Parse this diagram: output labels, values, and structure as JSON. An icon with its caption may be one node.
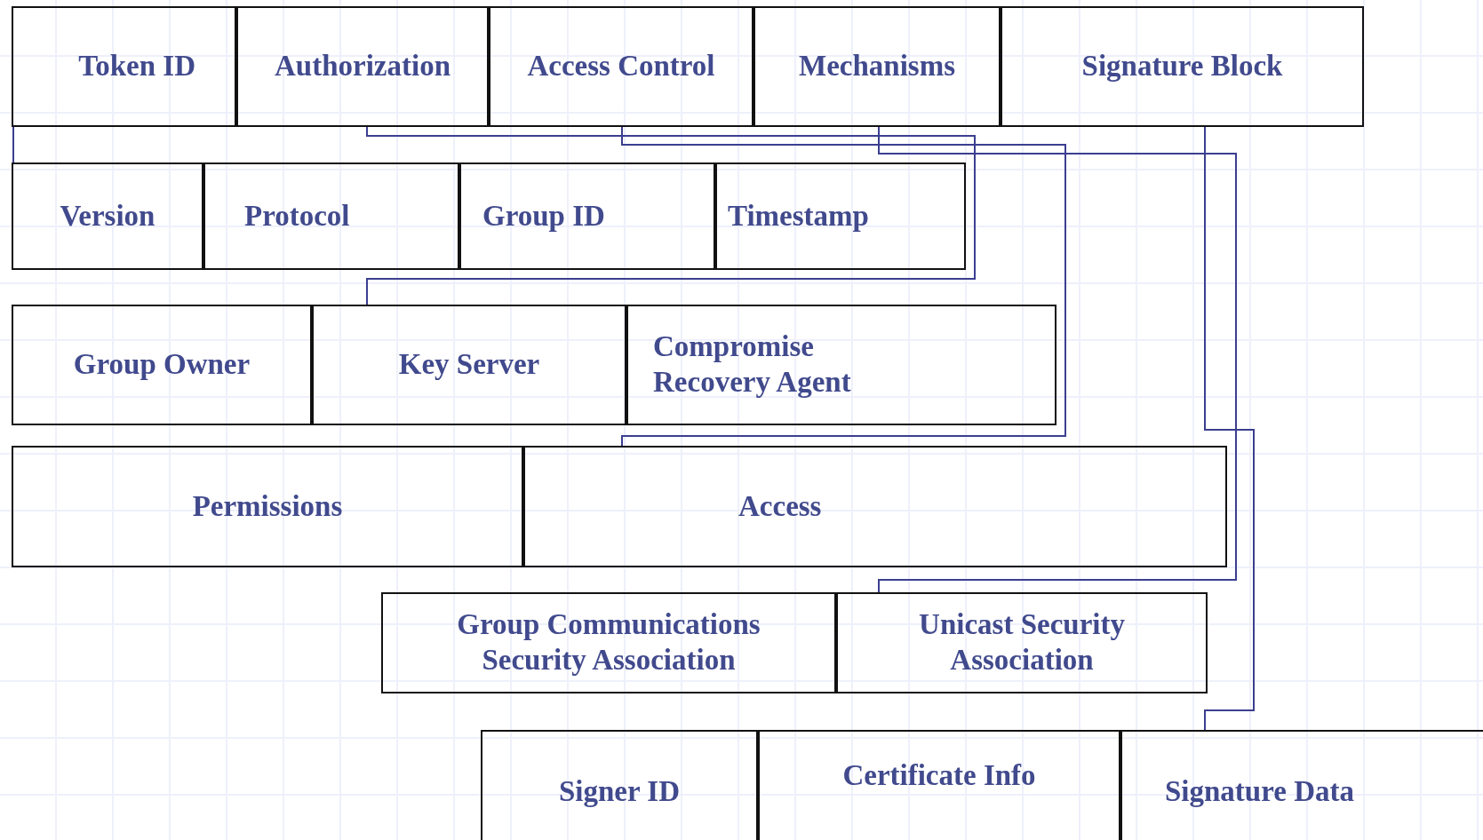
{
  "diagram": {
    "nodes": [
      {
        "text": [
          "Token ID"
        ]
      },
      {
        "text": [
          "Authorization"
        ]
      },
      {
        "text": [
          "Access Control"
        ]
      },
      {
        "text": [
          "Mechanisms"
        ]
      },
      {
        "text": [
          "Signature Block"
        ]
      },
      {
        "text": [
          "Version"
        ]
      },
      {
        "text": [
          "Protocol"
        ]
      },
      {
        "text": [
          "Group ID"
        ]
      },
      {
        "text": [
          "Timestamp"
        ]
      },
      {
        "text": [
          "Group Owner"
        ]
      },
      {
        "text": [
          "Key Server"
        ]
      },
      {
        "text": [
          "Compromise Recovery Agent"
        ]
      },
      {
        "text": [
          "Permissions"
        ]
      },
      {
        "text": [
          "Access"
        ]
      },
      {
        "text": [
          "Group Communications Security Association"
        ]
      },
      {
        "text": [
          "Unicast Security Association"
        ]
      },
      {
        "text": [
          "Signer ID"
        ]
      },
      {
        "text": [
          "Certificate Info"
        ]
      },
      {
        "text": [
          "Signature Data"
        ]
      }
    ],
    "edges": [
      {
        "from": 0,
        "to": 5,
        "arrow": "none"
      },
      {
        "from": 1,
        "to": 10,
        "arrow": "none"
      },
      {
        "from": 2,
        "to": 13,
        "arrow": "none"
      },
      {
        "from": 3,
        "to": 15,
        "arrow": "none"
      },
      {
        "from": 4,
        "to": 18,
        "arrow": "none"
      }
    ]
  }
}
